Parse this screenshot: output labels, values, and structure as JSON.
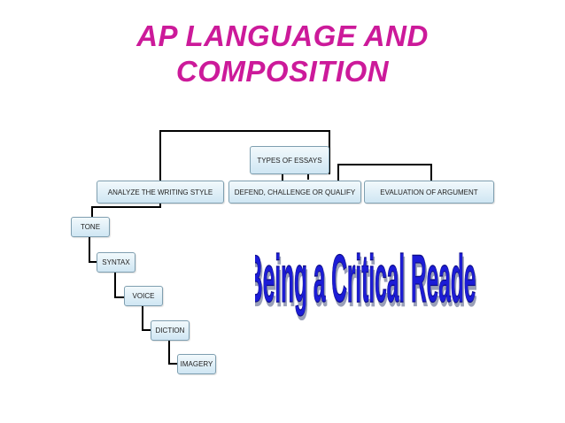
{
  "title": {
    "line1": "AP LANGUAGE AND",
    "line2": "COMPOSITION"
  },
  "diagram": {
    "root": "TYPES OF ESSAYS",
    "branches": [
      "ANALYZE THE WRITING STYLE",
      "DEFEND, CHALLENGE OR QUALIFY",
      "EVALUATION OF ARGUMENT"
    ],
    "chain": [
      "TONE",
      "SYNTAX",
      "VOICE",
      "DICTION",
      "IMAGERY"
    ]
  },
  "wordart": {
    "text": "Being a Critical Reader",
    "color": "#1f1fd6"
  },
  "colors": {
    "title": "#cc1a9a",
    "box_fill_top": "#f2f9fc",
    "box_fill_bottom": "#cfe6f3",
    "connector": "#000000"
  }
}
